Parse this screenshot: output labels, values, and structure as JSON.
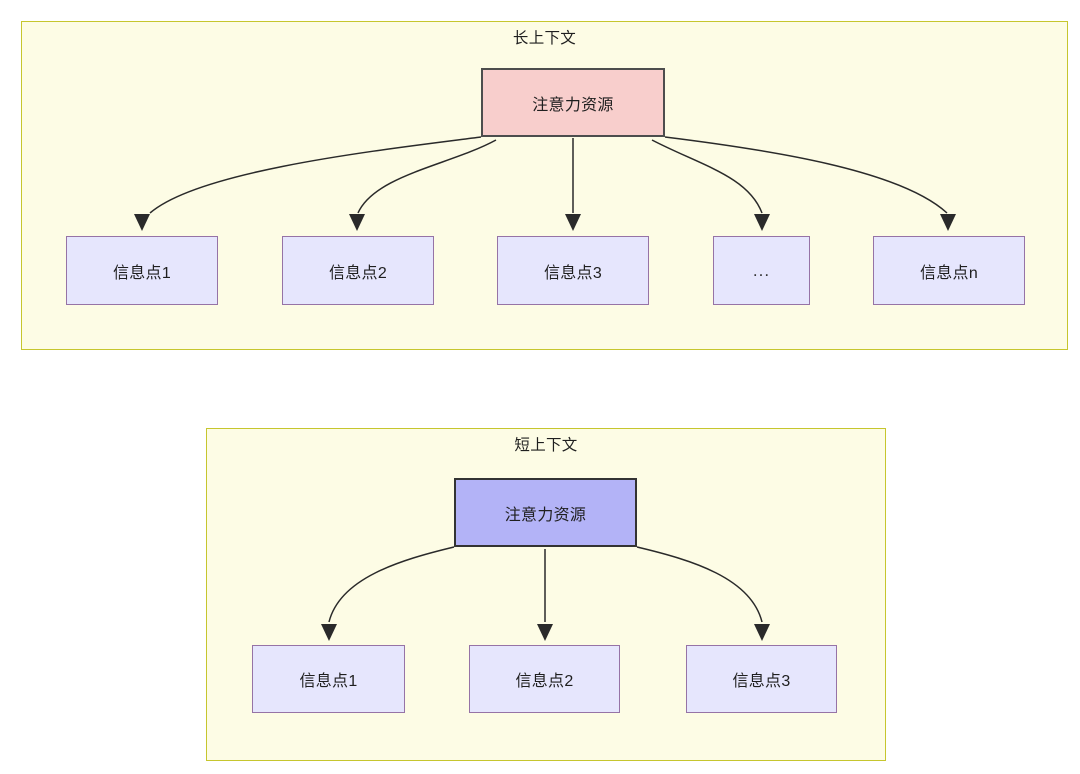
{
  "diagram": {
    "type": "flowchart",
    "background": "#ffffff",
    "colors": {
      "group_fill": "#fdfce5",
      "group_border": "#c6c62e",
      "root_long_fill": "#f8cecc",
      "root_long_border": "#4d4d4d",
      "root_short_fill": "#b3b3f7",
      "root_short_border": "#333333",
      "info_fill": "#e6e6fd",
      "info_border": "#9673a6",
      "edge": "#2a2a2a",
      "text": "#1f1f1f"
    },
    "groups": [
      {
        "id": "long-context",
        "title": "长上下文",
        "root": {
          "label": "注意力资源"
        },
        "children": [
          {
            "label": "信息点1"
          },
          {
            "label": "信息点2"
          },
          {
            "label": "信息点3"
          },
          {
            "label": "..."
          },
          {
            "label": "信息点n"
          }
        ]
      },
      {
        "id": "short-context",
        "title": "短上下文",
        "root": {
          "label": "注意力资源"
        },
        "children": [
          {
            "label": "信息点1"
          },
          {
            "label": "信息点2"
          },
          {
            "label": "信息点3"
          }
        ]
      }
    ]
  }
}
